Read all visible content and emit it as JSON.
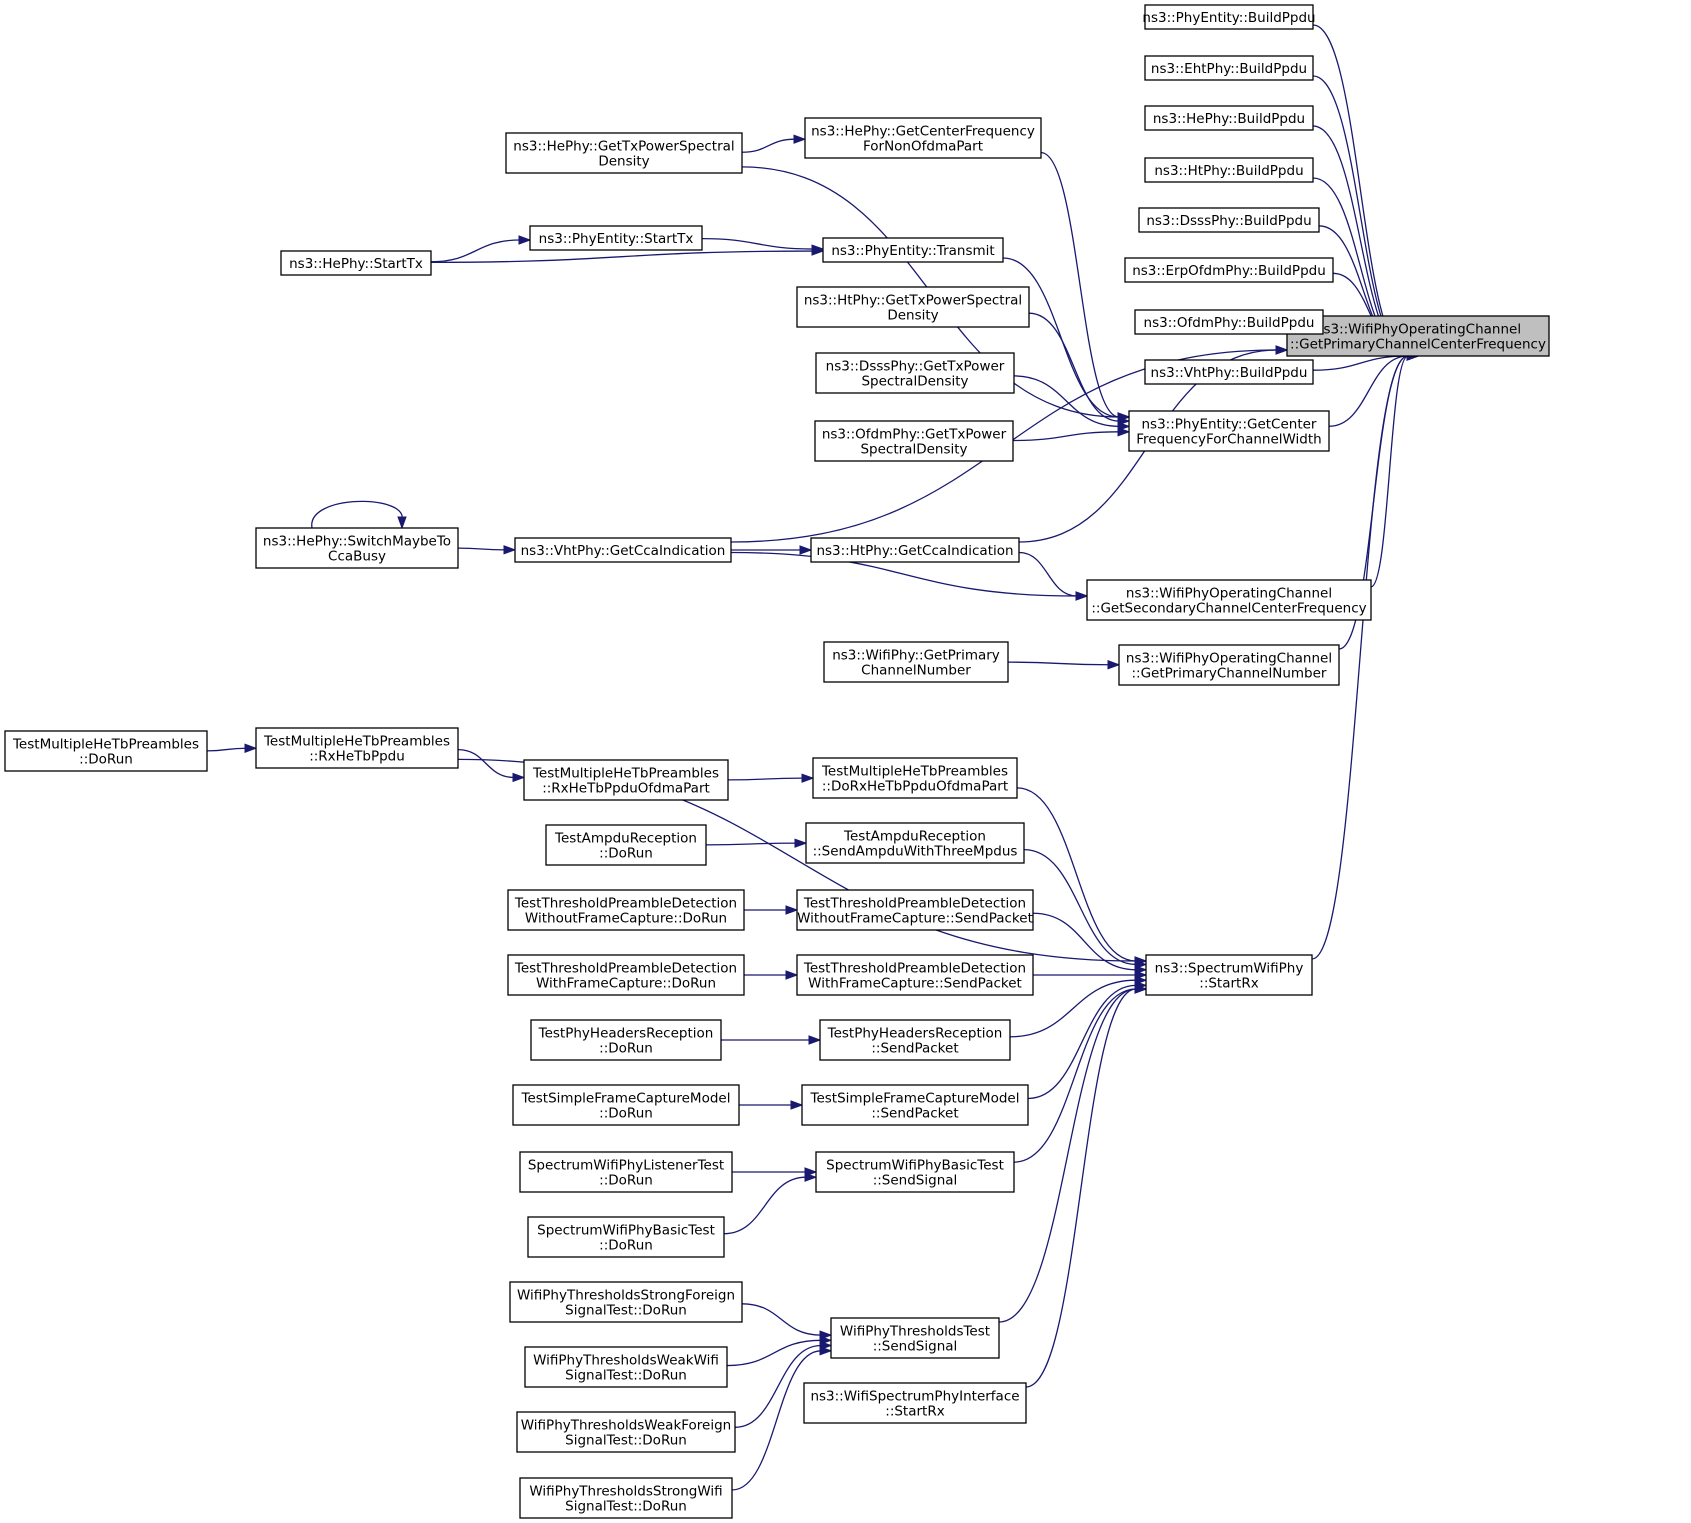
{
  "graph": {
    "title": "",
    "colors": {
      "edge": "#191970",
      "root_fill": "#bfbfbf",
      "node_fill": "#ffffff",
      "node_border": "#000000"
    },
    "root": "ns3::WifiPhyOperatingChannel\n::GetPrimaryChannelCenterFrequency",
    "nodes": [
      {
        "id": "root",
        "lines": [
          "ns3::WifiPhyOperatingChannel",
          "::GetPrimaryChannelCenterFrequency"
        ]
      },
      {
        "id": "phyentity_buildppdu",
        "lines": [
          "ns3::PhyEntity::BuildPpdu"
        ]
      },
      {
        "id": "ehtphy_buildppdu",
        "lines": [
          "ns3::EhtPhy::BuildPpdu"
        ]
      },
      {
        "id": "hephy_buildppdu",
        "lines": [
          "ns3::HePhy::BuildPpdu"
        ]
      },
      {
        "id": "htphy_buildppdu",
        "lines": [
          "ns3::HtPhy::BuildPpdu"
        ]
      },
      {
        "id": "dsssphy_buildppdu",
        "lines": [
          "ns3::DsssPhy::BuildPpdu"
        ]
      },
      {
        "id": "erpofdmphy_buildppdu",
        "lines": [
          "ns3::ErpOfdmPhy::BuildPpdu"
        ]
      },
      {
        "id": "ofdmphy_buildppdu",
        "lines": [
          "ns3::OfdmPhy::BuildPpdu"
        ]
      },
      {
        "id": "vhtphy_buildppdu",
        "lines": [
          "ns3::VhtPhy::BuildPpdu"
        ]
      },
      {
        "id": "hephy_gccf_nonofdma",
        "lines": [
          "ns3::HePhy::GetCenterFrequency",
          "ForNonOfdmaPart"
        ]
      },
      {
        "id": "hephy_gettxpsd",
        "lines": [
          "ns3::HePhy::GetTxPowerSpectral",
          "Density"
        ]
      },
      {
        "id": "phyentity_starttx",
        "lines": [
          "ns3::PhyEntity::StartTx"
        ]
      },
      {
        "id": "hephy_starttx",
        "lines": [
          "ns3::HePhy::StartTx"
        ]
      },
      {
        "id": "phyentity_transmit",
        "lines": [
          "ns3::PhyEntity::Transmit"
        ]
      },
      {
        "id": "htphy_gettxpsd",
        "lines": [
          "ns3::HtPhy::GetTxPowerSpectral",
          "Density"
        ]
      },
      {
        "id": "dsssphy_gettxpsd",
        "lines": [
          "ns3::DsssPhy::GetTxPower",
          "SpectralDensity"
        ]
      },
      {
        "id": "ofdmphy_gettxpsd",
        "lines": [
          "ns3::OfdmPhy::GetTxPower",
          "SpectralDensity"
        ]
      },
      {
        "id": "phyentity_gccfw",
        "lines": [
          "ns3::PhyEntity::GetCenter",
          "FrequencyForChannelWidth"
        ]
      },
      {
        "id": "hephy_switch",
        "lines": [
          "ns3::HePhy::SwitchMaybeTo",
          "CcaBusy"
        ]
      },
      {
        "id": "vhtphy_cca",
        "lines": [
          "ns3::VhtPhy::GetCcaIndication"
        ]
      },
      {
        "id": "htphy_cca",
        "lines": [
          "ns3::HtPhy::GetCcaIndication"
        ]
      },
      {
        "id": "woc_secondary",
        "lines": [
          "ns3::WifiPhyOperatingChannel",
          "::GetSecondaryChannelCenterFrequency"
        ]
      },
      {
        "id": "wifiphy_getprimary",
        "lines": [
          "ns3::WifiPhy::GetPrimary",
          "ChannelNumber"
        ]
      },
      {
        "id": "woc_primarynumber",
        "lines": [
          "ns3::WifiPhyOperatingChannel",
          "::GetPrimaryChannelNumber"
        ]
      },
      {
        "id": "tmhtp_dorun",
        "lines": [
          "TestMultipleHeTbPreambles",
          "::DoRun"
        ]
      },
      {
        "id": "tmhtp_rxhetb",
        "lines": [
          "TestMultipleHeTbPreambles",
          "::RxHeTbPpdu"
        ]
      },
      {
        "id": "tmhtp_rxofdma",
        "lines": [
          "TestMultipleHeTbPreambles",
          "::RxHeTbPpduOfdmaPart"
        ]
      },
      {
        "id": "tmhtp_dorxofdma",
        "lines": [
          "TestMultipleHeTbPreambles",
          "::DoRxHeTbPpduOfdmaPart"
        ]
      },
      {
        "id": "tar_dorun",
        "lines": [
          "TestAmpduReception",
          "::DoRun"
        ]
      },
      {
        "id": "tar_send",
        "lines": [
          "TestAmpduReception",
          "::SendAmpduWithThreeMpdus"
        ]
      },
      {
        "id": "ttpd_wo_dorun",
        "lines": [
          "TestThresholdPreambleDetection",
          "WithoutFrameCapture::DoRun"
        ]
      },
      {
        "id": "ttpd_wo_send",
        "lines": [
          "TestThresholdPreambleDetection",
          "WithoutFrameCapture::SendPacket"
        ]
      },
      {
        "id": "spectrum_startrx",
        "lines": [
          "ns3::SpectrumWifiPhy",
          "::StartRx"
        ]
      },
      {
        "id": "ttpd_w_dorun",
        "lines": [
          "TestThresholdPreambleDetection",
          "WithFrameCapture::DoRun"
        ]
      },
      {
        "id": "ttpd_w_send",
        "lines": [
          "TestThresholdPreambleDetection",
          "WithFrameCapture::SendPacket"
        ]
      },
      {
        "id": "tphr_dorun",
        "lines": [
          "TestPhyHeadersReception",
          "::DoRun"
        ]
      },
      {
        "id": "tphr_send",
        "lines": [
          "TestPhyHeadersReception",
          "::SendPacket"
        ]
      },
      {
        "id": "tsfcm_dorun",
        "lines": [
          "TestSimpleFrameCaptureModel",
          "::DoRun"
        ]
      },
      {
        "id": "tsfcm_send",
        "lines": [
          "TestSimpleFrameCaptureModel",
          "::SendPacket"
        ]
      },
      {
        "id": "swplt_dorun",
        "lines": [
          "SpectrumWifiPhyListenerTest",
          "::DoRun"
        ]
      },
      {
        "id": "swpbt_send",
        "lines": [
          "SpectrumWifiPhyBasicTest",
          "::SendSignal"
        ]
      },
      {
        "id": "swpbt_dorun",
        "lines": [
          "SpectrumWifiPhyBasicTest",
          "::DoRun"
        ]
      },
      {
        "id": "wptsf_dorun",
        "lines": [
          "WifiPhyThresholdsStrongForeign",
          "SignalTest::DoRun"
        ]
      },
      {
        "id": "wpt_send",
        "lines": [
          "WifiPhyThresholdsTest",
          "::SendSignal"
        ]
      },
      {
        "id": "wptww_dorun",
        "lines": [
          "WifiPhyThresholdsWeakWifi",
          "SignalTest::DoRun"
        ]
      },
      {
        "id": "wpspi_startrx",
        "lines": [
          "ns3::WifiSpectrumPhyInterface",
          "::StartRx"
        ]
      },
      {
        "id": "wptwf_dorun",
        "lines": [
          "WifiPhyThresholdsWeakForeign",
          "SignalTest::DoRun"
        ]
      },
      {
        "id": "wptsw_dorun",
        "lines": [
          "WifiPhyThresholdsStrongWifi",
          "SignalTest::DoRun"
        ]
      }
    ],
    "edges": [
      [
        "phyentity_buildppdu",
        "root"
      ],
      [
        "ehtphy_buildppdu",
        "root"
      ],
      [
        "hephy_buildppdu",
        "root"
      ],
      [
        "htphy_buildppdu",
        "root"
      ],
      [
        "dsssphy_buildppdu",
        "root"
      ],
      [
        "erpofdmphy_buildppdu",
        "root"
      ],
      [
        "ofdmphy_buildppdu",
        "root"
      ],
      [
        "vhtphy_buildppdu",
        "root"
      ],
      [
        "phyentity_gccfw",
        "root"
      ],
      [
        "vhtphy_cca",
        "root"
      ],
      [
        "htphy_cca",
        "root"
      ],
      [
        "woc_secondary",
        "root"
      ],
      [
        "woc_primarynumber",
        "root"
      ],
      [
        "spectrum_startrx",
        "root"
      ],
      [
        "hephy_gettxpsd",
        "hephy_gccf_nonofdma"
      ],
      [
        "hephy_gccf_nonofdma",
        "phyentity_gccfw"
      ],
      [
        "hephy_gettxpsd",
        "phyentity_gccfw"
      ],
      [
        "hephy_starttx",
        "phyentity_starttx"
      ],
      [
        "phyentity_starttx",
        "phyentity_transmit"
      ],
      [
        "hephy_starttx",
        "phyentity_transmit"
      ],
      [
        "phyentity_transmit",
        "phyentity_gccfw"
      ],
      [
        "htphy_gettxpsd",
        "phyentity_gccfw"
      ],
      [
        "dsssphy_gettxpsd",
        "phyentity_gccfw"
      ],
      [
        "ofdmphy_gettxpsd",
        "phyentity_gccfw"
      ],
      [
        "hephy_switch",
        "hephy_switch"
      ],
      [
        "hephy_switch",
        "vhtphy_cca"
      ],
      [
        "vhtphy_cca",
        "htphy_cca"
      ],
      [
        "vhtphy_cca",
        "woc_secondary"
      ],
      [
        "htphy_cca",
        "woc_secondary"
      ],
      [
        "wifiphy_getprimary",
        "woc_primarynumber"
      ],
      [
        "tmhtp_dorun",
        "tmhtp_rxhetb"
      ],
      [
        "tmhtp_rxhetb",
        "spectrum_startrx"
      ],
      [
        "tmhtp_rxhetb",
        "tmhtp_rxofdma"
      ],
      [
        "tmhtp_rxofdma",
        "tmhtp_dorxofdma"
      ],
      [
        "tmhtp_dorxofdma",
        "spectrum_startrx"
      ],
      [
        "tar_dorun",
        "tar_send"
      ],
      [
        "tar_send",
        "spectrum_startrx"
      ],
      [
        "ttpd_wo_dorun",
        "ttpd_wo_send"
      ],
      [
        "ttpd_wo_send",
        "spectrum_startrx"
      ],
      [
        "ttpd_w_dorun",
        "ttpd_w_send"
      ],
      [
        "ttpd_w_send",
        "spectrum_startrx"
      ],
      [
        "tphr_dorun",
        "tphr_send"
      ],
      [
        "tphr_send",
        "spectrum_startrx"
      ],
      [
        "tsfcm_dorun",
        "tsfcm_send"
      ],
      [
        "tsfcm_send",
        "spectrum_startrx"
      ],
      [
        "swplt_dorun",
        "swpbt_send"
      ],
      [
        "swpbt_dorun",
        "swpbt_send"
      ],
      [
        "swpbt_send",
        "spectrum_startrx"
      ],
      [
        "wptsf_dorun",
        "wpt_send"
      ],
      [
        "wptww_dorun",
        "wpt_send"
      ],
      [
        "wptwf_dorun",
        "wpt_send"
      ],
      [
        "wptsw_dorun",
        "wpt_send"
      ],
      [
        "wpt_send",
        "spectrum_startrx"
      ],
      [
        "wpspi_startrx",
        "spectrum_startrx"
      ]
    ]
  }
}
